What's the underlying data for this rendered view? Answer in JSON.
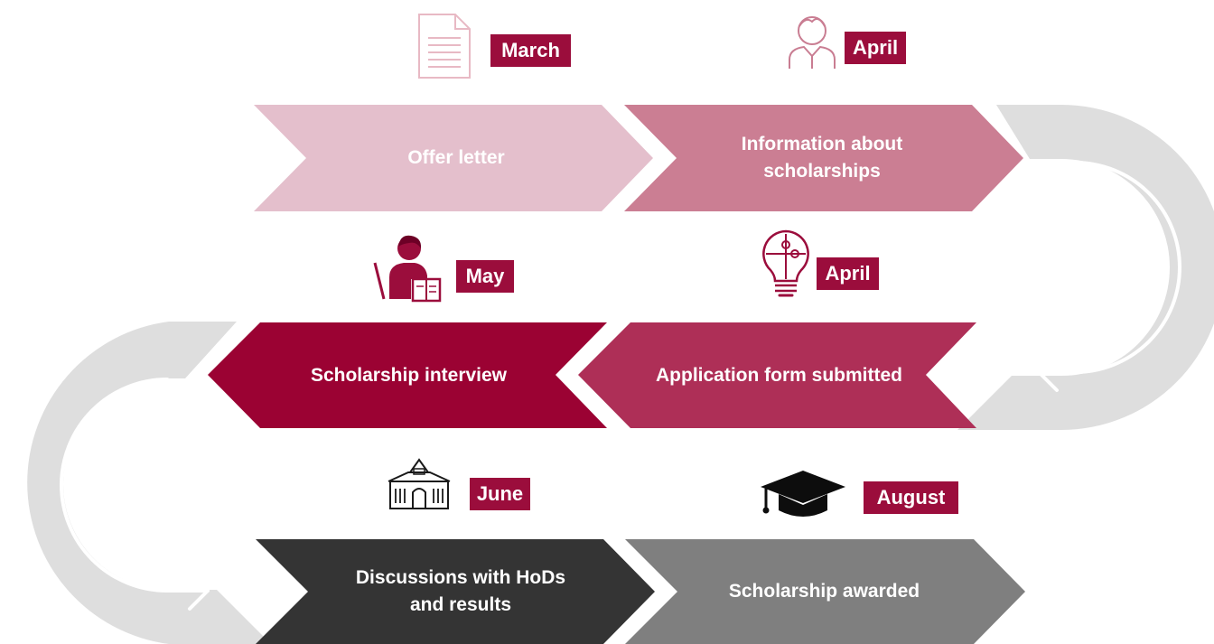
{
  "colors": {
    "arrow_bg": "#dedede",
    "arrow_line": "#ffffff",
    "badge": "#9b0d3c",
    "step_offer": "#e4bfcc",
    "step_info": "#cb7e93",
    "step_application": "#ae2f57",
    "step_interview": "#9b0233",
    "step_discussions": "#343434",
    "step_awarded": "#7f7f7f"
  },
  "steps": [
    {
      "label": "Offer letter",
      "month": "March",
      "icon": "document-icon"
    },
    {
      "label": "Information about\nscholarships",
      "month": "April",
      "icon": "student-icon"
    },
    {
      "label": "Application form submitted",
      "month": "April",
      "icon": "lightbulb-puzzle-icon"
    },
    {
      "label": "Scholarship interview",
      "month": "May",
      "icon": "teacher-icon"
    },
    {
      "label": "Discussions with HoDs\nand results",
      "month": "June",
      "icon": "university-building-icon"
    },
    {
      "label": "Scholarship awarded",
      "month": "August",
      "icon": "graduation-cap-icon"
    }
  ]
}
